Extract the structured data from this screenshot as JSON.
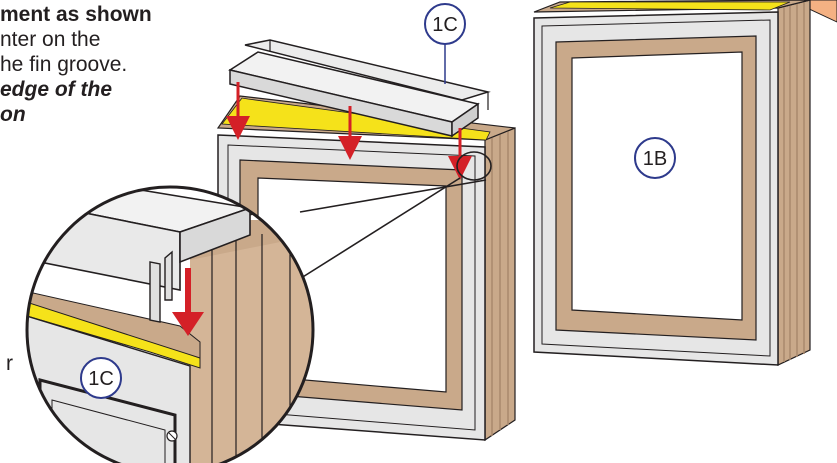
{
  "instructions": {
    "line1": "ment as shown",
    "line2": "nter on the",
    "line3": "he fin groove.",
    "line4": "edge of the",
    "line5": "on"
  },
  "stray_char": "r",
  "callouts": {
    "c1c_top": "1C",
    "c1b": "1B",
    "c1c_detail": "1C"
  },
  "colors": {
    "wood": "#c9a98a",
    "wood_dark": "#a9896c",
    "vinyl": "#e6e6e6",
    "tape": "#f5e21a",
    "arrow": "#d42027",
    "outline": "#231f20",
    "callout_ring": "#2e3a8c",
    "accent_peach": "#f4b183"
  }
}
